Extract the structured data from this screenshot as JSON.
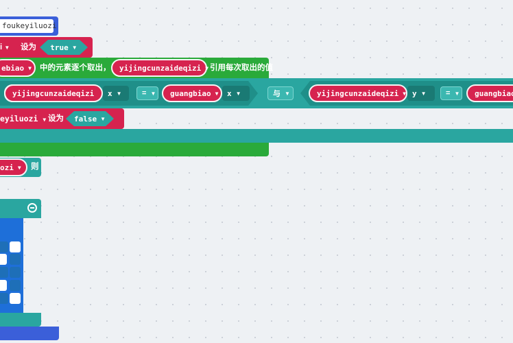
{
  "blocks": {
    "variable_name": "foukeyiluozi",
    "set_label": "设为",
    "true_value": "true",
    "false_value": "false",
    "foreach_var": "ebiao",
    "foreach_text": "中的元素逐个取出，以",
    "foreach_item": "yijingcunzaideqizi",
    "foreach_suffix": "引用每次取出的值",
    "cond_var1": "yijingcunzaideqizi",
    "cond_prop_x": "x",
    "cond_eq": "=",
    "cond_var2": "guangbiao",
    "cond_and": "与",
    "cond_var3": "yijingcunzaideqizi",
    "cond_prop_y": "y",
    "cond_var4": "guangbiao",
    "set_var2": "eyiluozi",
    "set_label2": "设为",
    "if_var": "ozi",
    "if_then": "则"
  },
  "led_pattern": [
    "off",
    "on",
    "on",
    "off",
    "on",
    "off",
    "on",
    "off",
    "on",
    "off",
    "off",
    "on"
  ],
  "colors": {
    "logic_teal": "#2aa6a0",
    "variable_red": "#d6234f",
    "loop_green": "#2aaa3a",
    "basic_blue": "#1e6fd9"
  }
}
